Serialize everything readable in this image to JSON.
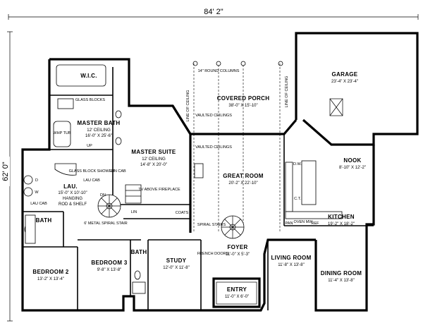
{
  "overall": {
    "width": "84' 2\"",
    "depth": "62' 0\""
  },
  "rooms": {
    "wic": "W.I.C.",
    "master_bath": {
      "name": "MASTER BATH",
      "ceiling": "12' CEILING",
      "dims": "16'-0\" X 25'-6\""
    },
    "master_suite": {
      "name": "MASTER SUITE",
      "ceiling": "12' CEILING",
      "dims": "14'-8\" X 20'-0\""
    },
    "covered_porch": {
      "name": "COVERED PORCH",
      "dims": "38'-0\" X 15'-10\""
    },
    "garage": {
      "name": "GARAGE",
      "dims": "23'-4\" X 23'-4\""
    },
    "great_room": {
      "name": "GREAT ROOM",
      "dims": "20'-2\" X 22'-10\""
    },
    "nook": {
      "name": "NOOK",
      "dims": "8'-10\" X 12'-2\""
    },
    "kitchen": {
      "name": "KITCHEN",
      "dims": "19'-2\" X 18'-2\""
    },
    "lau": {
      "name": "LAU.",
      "dims": "15'-0\" X 10'-10\"",
      "note1": "HANGING",
      "note2": "ROD & SHELF"
    },
    "bath": "BATH",
    "bath2": "BATH",
    "bedroom2": {
      "name": "BEDROOM 2",
      "dims": "13'-2\" X 13'-4\""
    },
    "bedroom3": {
      "name": "BEDROOM 3",
      "dims": "9'-8\" X 13'-8\""
    },
    "study": {
      "name": "STUDY",
      "dims": "12'-0\" X 11'-8\""
    },
    "foyer": {
      "name": "FOYER",
      "dims": "11'-0\" X 5'-3\""
    },
    "living_room": {
      "name": "LIVING ROOM",
      "dims": "11'-8\" X 13'-8\""
    },
    "dining_room": {
      "name": "DINING ROOM",
      "dims": "11'-4\" X 13'-8\""
    },
    "entry": {
      "name": "ENTRY",
      "dims": "11'-0\" X 6'-0\""
    }
  },
  "notes": {
    "round_columns": "14\" ROUND COLUMNS",
    "vaulted_ceilings": "VAULTED CEILINGS",
    "vaulted_ceilings_2": "VAULTED CEILINGS",
    "line_of_ceiling": "LINE OF CEILING",
    "line_of_ceiling_2": "LINE OF CEILING",
    "glass_blocks": "GLASS BLOCKS",
    "whp_tub": "WHP TUB",
    "glass_block_shower": "GLASS BLOCK SHOWER",
    "lin_cab": "LIN CAB",
    "lau_cab": "LAU CAB",
    "dn": "DN",
    "tv_fireplace": "TV ABOVE FIREPLACE",
    "lin": "LIN",
    "coats": "COATS",
    "metal_stair": "6' METAL SPIRAL STAIR",
    "spiral_stairs": "SPIRAL STAIRS",
    "french_doors": "FRENCH DOORS",
    "dw": "D.W.",
    "pan": "PAN",
    "oven_mw": "OVEN MW",
    "ref": "REF",
    "ct": "C.T.",
    "up": "UP",
    "w": "W",
    "d": "D",
    "lau_cab2": "LAU CAB"
  }
}
